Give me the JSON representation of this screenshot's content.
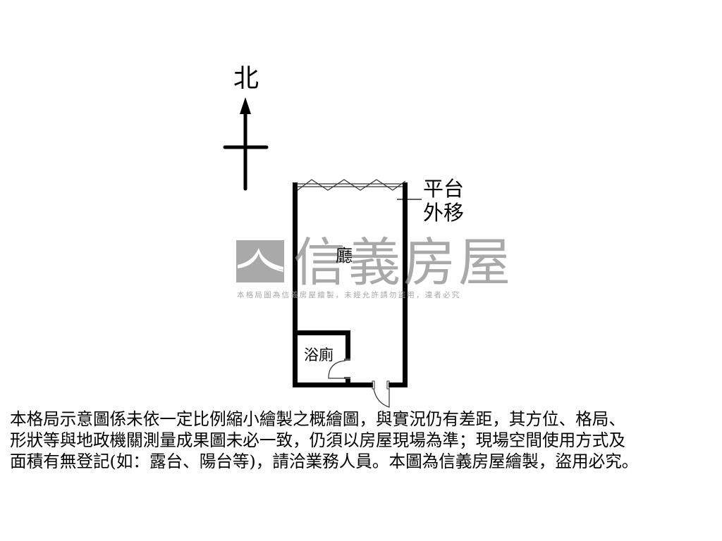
{
  "compass": {
    "label": "北",
    "icon": "north-arrow-icon"
  },
  "rooms": {
    "hall": "廳",
    "bathroom": "浴廁"
  },
  "annotations": {
    "platform_line1": "平台",
    "platform_line2": "外移"
  },
  "watermark": {
    "brand": "信義房屋",
    "logo_icon": "sinyi-logo-icon",
    "notice": "本格局圖為信義房屋繪製，未經允許請勿盜用，違者必究",
    "color": "#8c8c8c"
  },
  "disclaimer": {
    "lines": [
      "本格局示意圖係未依一定比例縮小繪製之概繪圖，與實況仍有差距，其方位、格局、",
      "形狀等與地政機關測量成果圖未必一致，仍須以房屋現場為準；現場空間使用方式及",
      "面積有無登記(如：露台、陽台等)，請洽業務人員。本圖為信義房屋繪製，盜用必究。"
    ]
  }
}
